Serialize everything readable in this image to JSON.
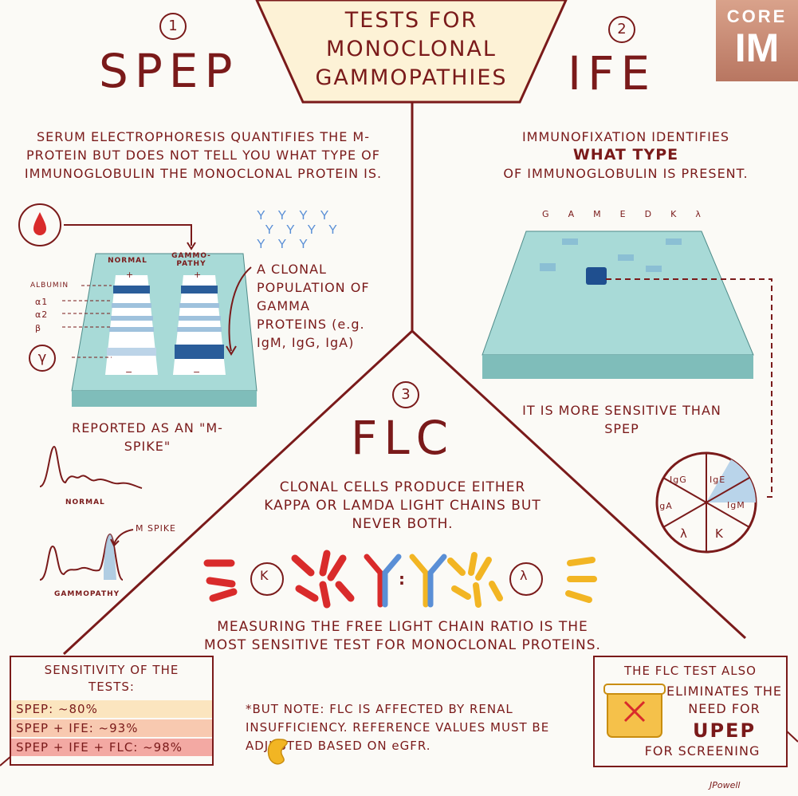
{
  "title": {
    "line1": "TESTS FOR",
    "line2": "MONOCLONAL",
    "line3": "GAMMOPATHIES"
  },
  "logo": {
    "top": "CORE",
    "bottom": "IM"
  },
  "spep": {
    "number": "1",
    "heading": "SPEP",
    "desc": "SERUM ELECTROPHORESIS QUANTIFIES THE M-PROTEIN BUT DOES NOT TELL YOU WHAT TYPE OF IMMUNOGLOBULIN THE MONOCLONAL PROTEIN IS.",
    "gel_labels": {
      "normal": "NORMAL",
      "gammopathy": "GAMMO-PATHY",
      "plus": "+",
      "minus": "−"
    },
    "band_labels": [
      "ALBUMIN",
      "α1",
      "α2",
      "β"
    ],
    "gamma_label": "γ",
    "clone_note": "A CLONAL POPULATION OF GAMMA PROTEINS (e.g. IgM, IgG, IgA)",
    "reported": "REPORTED AS AN \"M-SPIKE\"",
    "trace_normal": "NORMAL",
    "trace_gammopathy": "GAMMOPATHY",
    "m_spike": "M SPIKE"
  },
  "ife": {
    "number": "2",
    "heading": "IFE",
    "desc_line1": "IMMUNOFIXATION IDENTIFIES",
    "desc_bold": "WHAT TYPE",
    "desc_line3": "OF IMMUNOGLOBULIN IS PRESENT.",
    "lanes": [
      "G",
      "A",
      "M",
      "E",
      "D",
      "K",
      "λ"
    ],
    "sensitive": "IT IS MORE SENSITIVE THAN SPEP",
    "pie_labels": [
      "IgG",
      "IgE",
      "IgA",
      "IgM",
      "λ",
      "K"
    ]
  },
  "flc": {
    "number": "3",
    "heading": "FLC",
    "desc": "CLONAL CELLS PRODUCE EITHER KAPPA OR LAMDA LIGHT CHAINS BUT NEVER BOTH.",
    "kappa": "K",
    "lambda": "λ",
    "ratio_sep": ":",
    "measuring": "MEASURING THE FREE LIGHT CHAIN RATIO IS THE MOST SENSITIVE TEST FOR MONOCLONAL PROTEINS.",
    "note": "*BUT NOTE: FLC IS AFFECTED BY RENAL INSUFFICIENCY. REFERENCE VALUES MUST BE ADJUSTED BASED ON eGFR."
  },
  "sensitivity": {
    "title": "SENSITIVITY OF THE TESTS:",
    "rows": [
      "SPEP: ~80%",
      "SPEP + IFE: ~93%",
      "SPEP + IFE + FLC: ~98%"
    ],
    "colors": [
      "#fbe5bf",
      "#f8c9b0",
      "#f3a9a3"
    ]
  },
  "upep_box": {
    "line1": "THE FLC TEST ALSO",
    "line2": "ELIMINATES THE NEED FOR",
    "bold": "UPEP",
    "line4": "FOR SCREENING"
  },
  "signature": "JPowell",
  "colors": {
    "ink": "#7a1a1a",
    "gel": "#a8dad7",
    "band": "#2a5d9a",
    "kappa": "#d92b2b",
    "lambda": "#f2b523",
    "logo": "#c88a72"
  }
}
